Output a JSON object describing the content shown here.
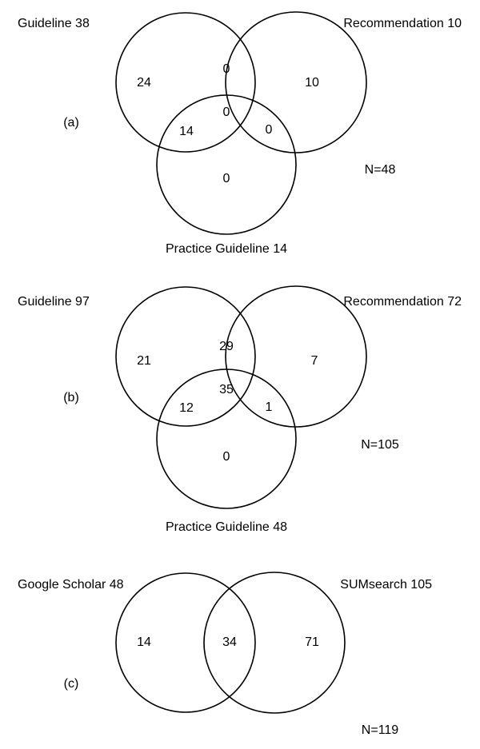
{
  "panels": [
    {
      "id": "a",
      "tag": "(a)",
      "sets": [
        {
          "label": "Guideline 38"
        },
        {
          "label": "Recommendation 10"
        },
        {
          "label": "Practice Guideline 14"
        }
      ],
      "regions": {
        "guideline_only": "24",
        "guideline_recommendation": "0",
        "recommendation_only": "10",
        "all_three": "0",
        "guideline_practice": "14",
        "recommendation_practice": "0",
        "practice_only": "0"
      },
      "total": "N=48"
    },
    {
      "id": "b",
      "tag": "(b)",
      "sets": [
        {
          "label": "Guideline 97"
        },
        {
          "label": "Recommendation 72"
        },
        {
          "label": "Practice Guideline 48"
        }
      ],
      "regions": {
        "guideline_only": "21",
        "guideline_recommendation": "29",
        "recommendation_only": "7",
        "all_three": "35",
        "guideline_practice": "12",
        "recommendation_practice": "1",
        "practice_only": "0"
      },
      "total": "N=105"
    },
    {
      "id": "c",
      "tag": "(c)",
      "sets": [
        {
          "label": "Google Scholar 48"
        },
        {
          "label": "SUMsearch 105"
        }
      ],
      "regions": {
        "scholar_only": "14",
        "both": "34",
        "sumsearch_only": "71"
      },
      "total": "N=119"
    }
  ]
}
